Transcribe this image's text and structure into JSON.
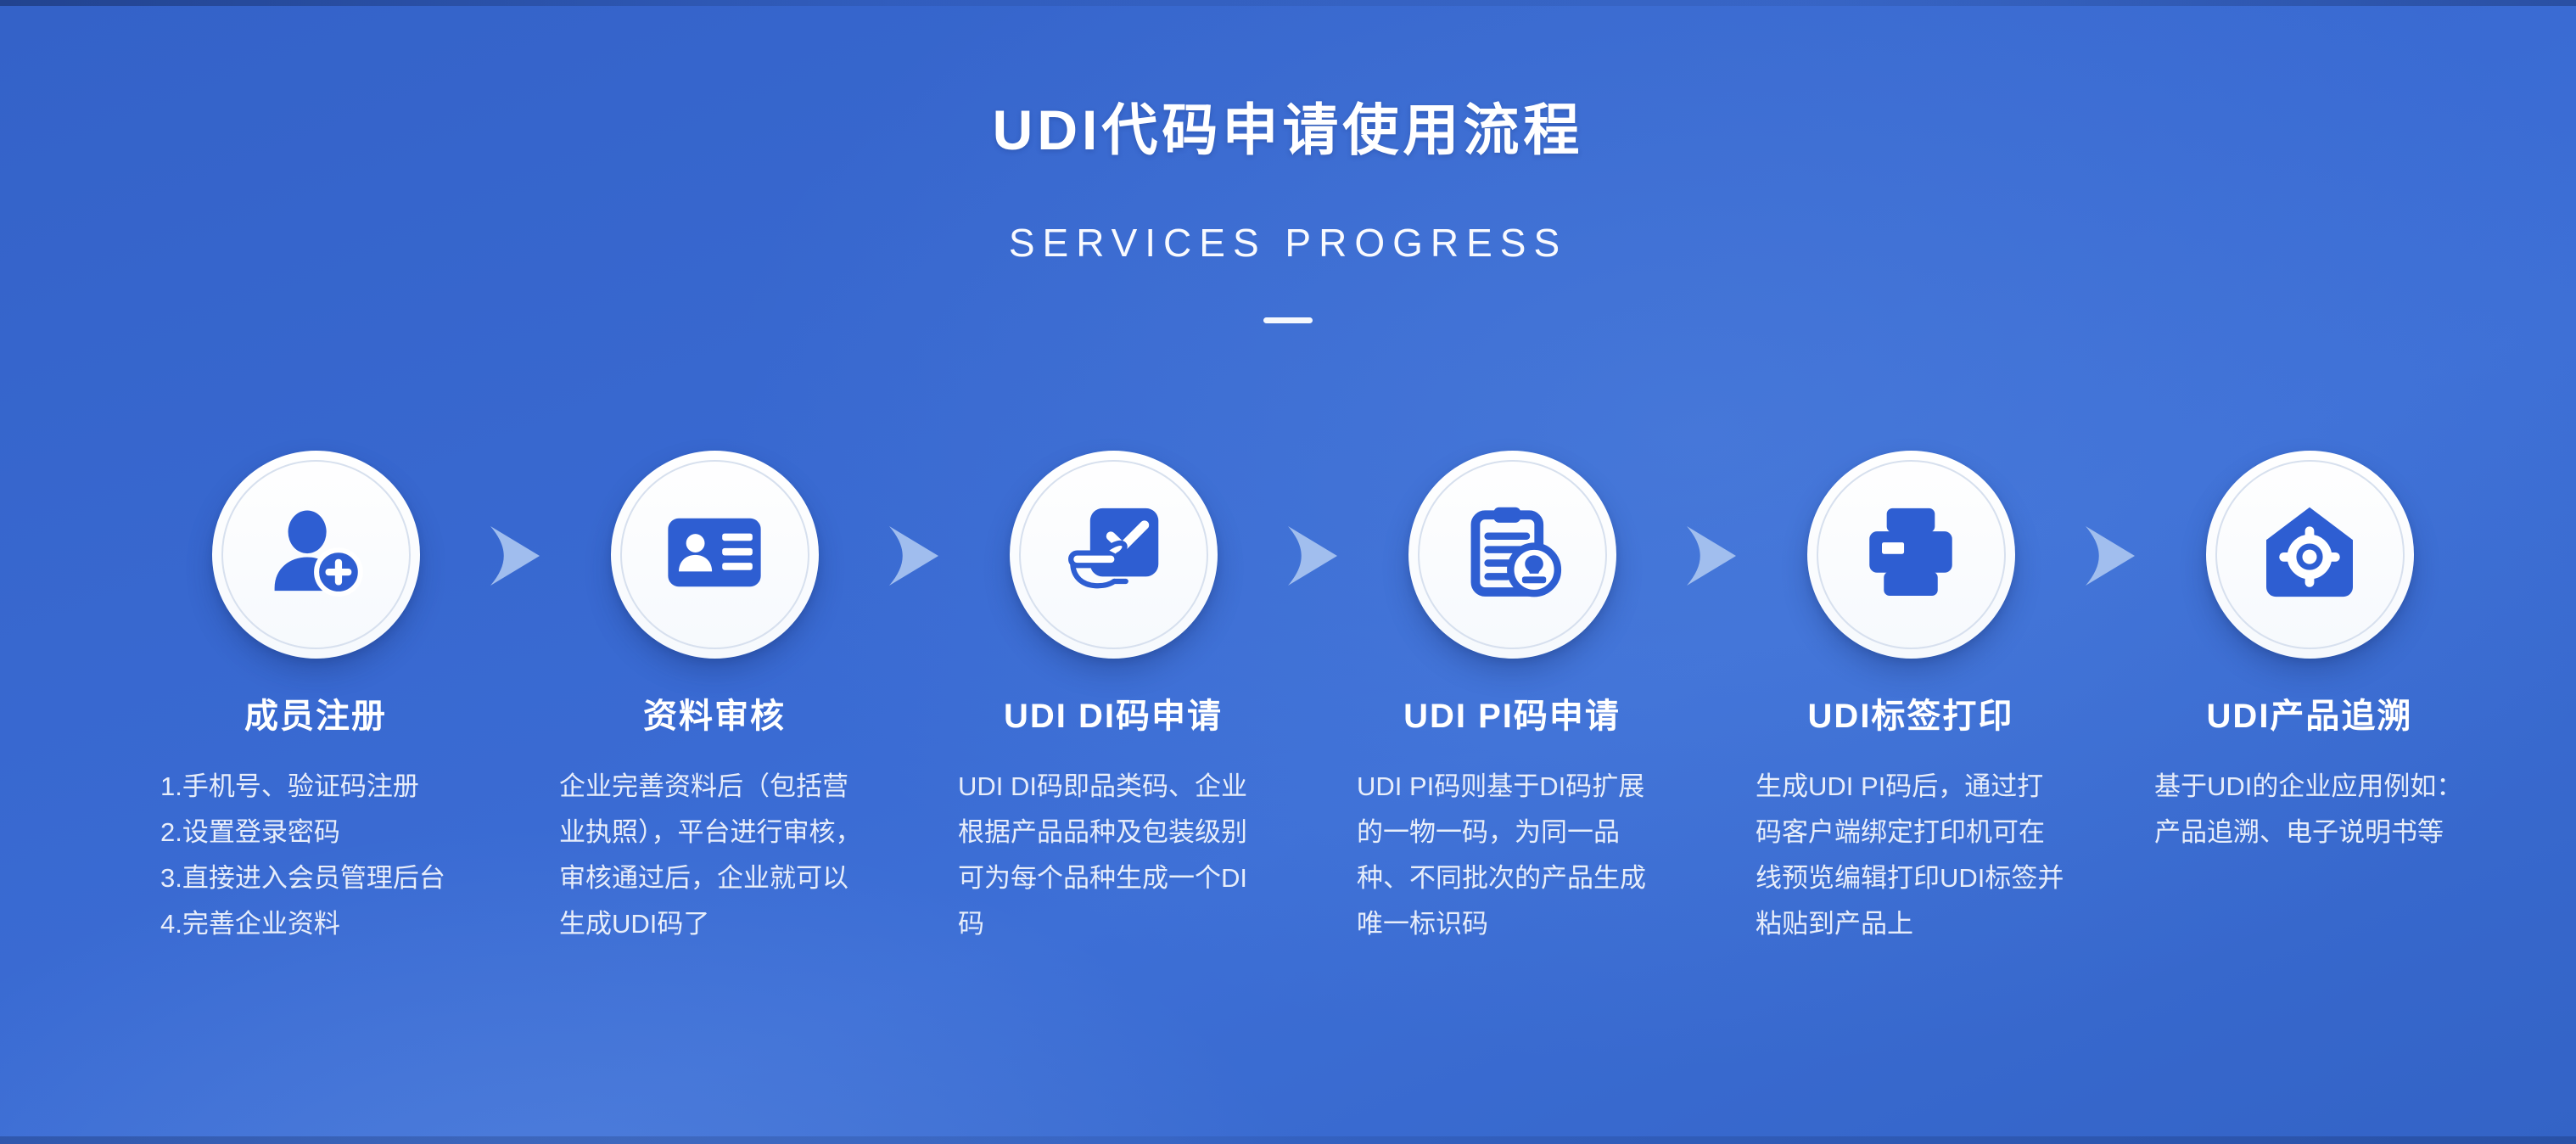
{
  "header": {
    "title": "UDI代码申请使用流程",
    "subtitle": "SERVICES PROGRESS"
  },
  "colors": {
    "background_blue": "#3a6bd3",
    "icon_blue": "#2e5ed2",
    "arrow_blue": "#a9c4f0",
    "text_white": "#ffffff",
    "circle_ring_gray": "#d7e0ee"
  },
  "steps": [
    {
      "icon": "user-add-icon",
      "title": "成员注册",
      "description": "1.手机号、验证码注册\n2.设置登录密码\n3.直接进入会员管理后台\n4.完善企业资料"
    },
    {
      "icon": "id-card-icon",
      "title": "资料审核",
      "description": "企业完善资料后（包括营业执照），平台进行审核，审核通过后，企业就可以生成UDI码了"
    },
    {
      "icon": "apply-check-icon",
      "title": "UDI DI码申请",
      "description": "UDI DI码即品类码、企业根据产品品种及包装级别可为每个品种生成一个DI码"
    },
    {
      "icon": "clipboard-stamp-icon",
      "title": "UDI PI码申请",
      "description": "UDI PI码则基于DI码扩展的一物一码，为同一品种、不同批次的产品生成唯一标识码"
    },
    {
      "icon": "printer-icon",
      "title": "UDI标签打印",
      "description": "生成UDI PI码后，通过打码客户端绑定打印机可在线预览编辑打印UDI标签并粘贴到产品上"
    },
    {
      "icon": "trace-target-icon",
      "title": "UDI产品追溯",
      "description": "基于UDI的企业应用例如：产品追溯、电子说明书等"
    }
  ]
}
